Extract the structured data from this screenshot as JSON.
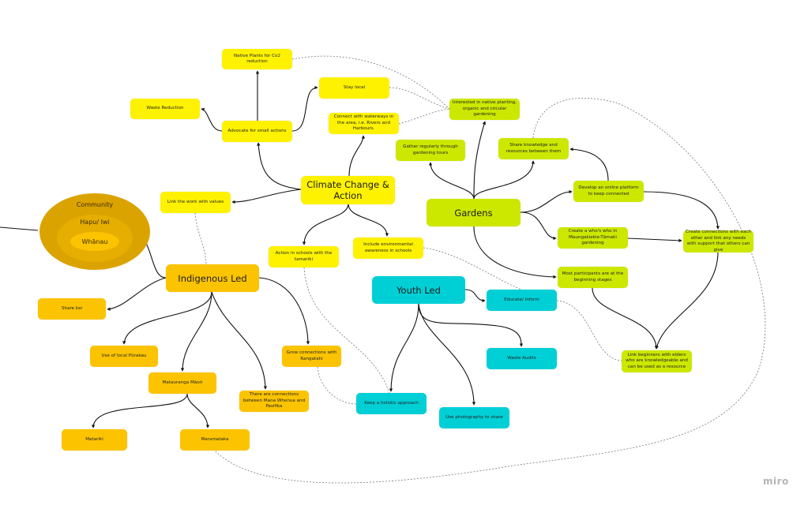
{
  "board": {
    "watermark": "miro"
  },
  "community": {
    "outer": "Community",
    "middle": "Hapu/ Iwi",
    "inner": "Whānau"
  },
  "climate": {
    "title": "Climate Change & Action",
    "nodes": {
      "native_plants": "Native Plants for Co2 reduction",
      "stay_local": "Stay local",
      "waste_reduction": "Waste Reduction",
      "advocate": "Advocate for small actions",
      "waterways": "Connect with waterways in the area, i.e. Rivers and Harbours.",
      "link_values": "Link the work with values",
      "schools_tamariki": "Action in schools with the tamariki",
      "env_awareness": "Include environmental awareness in schools"
    }
  },
  "indigenous": {
    "title": "Indigenous Led",
    "nodes": {
      "share_kai": "Share kai",
      "purakau": "Use of local Pūrakau",
      "matauranga": "Matauranga Māori",
      "rangatahi": "Grow connections with Rangatahi",
      "mana_whenua": "There are connections between Mana Whenua and Pasifika",
      "matariki": "Matariki",
      "maramataka": "Maramataka"
    }
  },
  "gardens": {
    "title": "Gardens",
    "nodes": {
      "interested": "Interested in native planting, organic and circular gardening",
      "gather": "Gather regularly through gardening tours",
      "share_knowledge": "Share knowledge and resources between them",
      "online_platform": "Develop an online platform to keep connected",
      "whos_who": "Create a who's who in Maungakiekie-Tāmaki gardening",
      "create_connections": "Create connections with each other and link any needs with support that others can give",
      "most_participants": "Most participants are at the beginning stages",
      "link_beginners": "Link beginners with elders who are knowledgeable and can be used as a resource"
    }
  },
  "youth": {
    "title": "Youth Led",
    "nodes": {
      "educate": "Educate/ Inform",
      "waste_audits": "Waste Audits",
      "holistic": "Keep a holistic approach",
      "photography": "Use photography to share"
    }
  },
  "colors": {
    "climate": "#fef200",
    "indigenous": "#fcc400",
    "gardens": "#cce800",
    "youth": "#00d0d6",
    "community": "#dba300"
  }
}
